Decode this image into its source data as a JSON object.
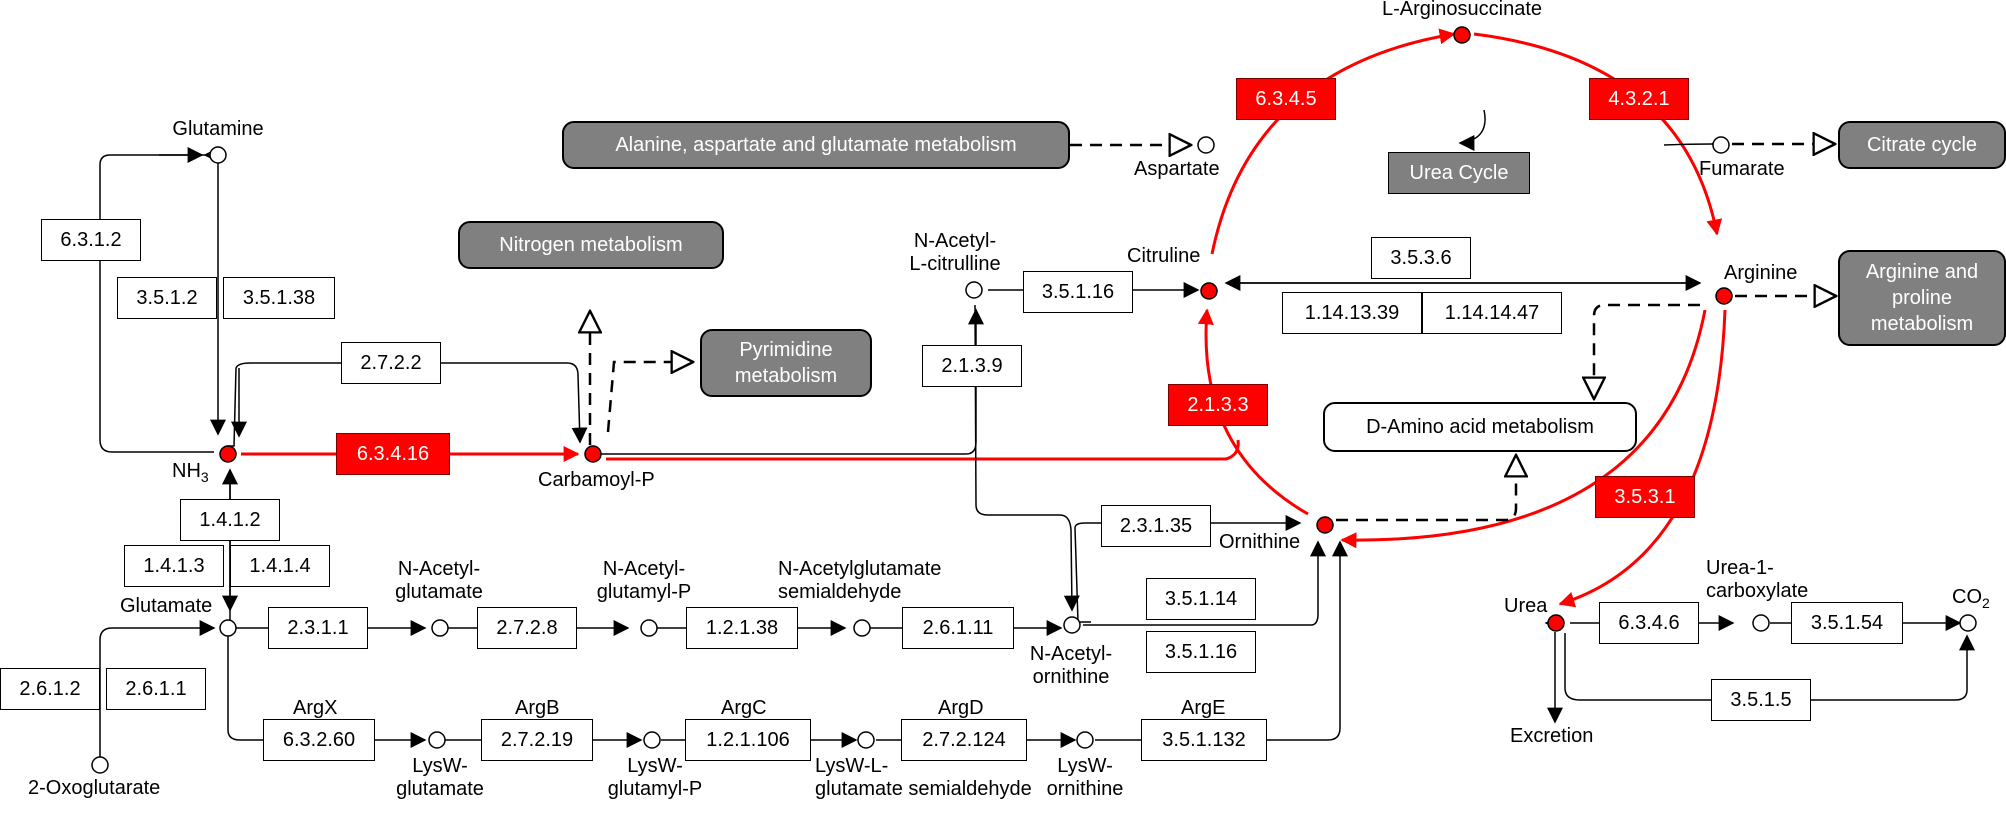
{
  "title": "Urea Cycle",
  "enzymes": {
    "e_6_3_4_5": "6.3.4.5",
    "e_4_3_2_1": "4.3.2.1",
    "e_6_3_1_2": "6.3.1.2",
    "e_3_5_1_2": "3.5.1.2",
    "e_3_5_1_38": "3.5.1.38",
    "e_2_7_2_2": "2.7.2.2",
    "e_6_3_4_16": "6.3.4.16",
    "e_3_5_1_16_a": "3.5.1.16",
    "e_2_1_3_9": "2.1.3.9",
    "e_3_5_3_6": "3.5.3.6",
    "e_1_14_13_39": "1.14.13.39",
    "e_1_14_14_47": "1.14.14.47",
    "e_2_1_3_3": "2.1.3.3",
    "e_3_5_3_1": "3.5.3.1",
    "e_1_4_1_2": "1.4.1.2",
    "e_1_4_1_3": "1.4.1.3",
    "e_1_4_1_4": "1.4.1.4",
    "e_2_3_1_35": "2.3.1.35",
    "e_3_5_1_14": "3.5.1.14",
    "e_3_5_1_16_b": "3.5.1.16",
    "e_2_3_1_1": "2.3.1.1",
    "e_2_7_2_8": "2.7.2.8",
    "e_1_2_1_38": "1.2.1.38",
    "e_2_6_1_11": "2.6.1.11",
    "e_2_6_1_2": "2.6.1.2",
    "e_2_6_1_1": "2.6.1.1",
    "e_6_3_2_60": "6.3.2.60",
    "e_2_7_2_19": "2.7.2.19",
    "e_1_2_1_106": "1.2.1.106",
    "e_2_7_2_124": "2.7.2.124",
    "e_3_5_1_132": "3.5.1.132",
    "e_6_3_4_6": "6.3.4.6",
    "e_3_5_1_54": "3.5.1.54",
    "e_3_5_1_5": "3.5.1.5"
  },
  "maps": {
    "ala_asp_glu": "Alanine, aspartate and glutamate metabolism",
    "citrate": "Citrate cycle",
    "nitrogen": "Nitrogen metabolism",
    "pyrimidine": "Pyrimidine metabolism",
    "arg_pro": "Arginine and proline metabolism",
    "d_amino": "D-Amino acid metabolism"
  },
  "compounds": {
    "arginosuccinate": "L-Arginosuccinate",
    "aspartate": "Aspartate",
    "fumarate": "Fumarate",
    "glutamine": "Glutamine",
    "n_acetyl_citrulline": "N-Acetyl-\nL-citrulline",
    "citruline": "Citruline",
    "arginine": "Arginine",
    "nh3_base": "NH",
    "nh3_sub": "3",
    "carbamoyl_p": "Carbamoyl-P",
    "ornithine": "Ornithine",
    "glutamate": "Glutamate",
    "n_acetyl_glutamate": "N-Acetyl-\nglutamate",
    "n_acetyl_glutamyl_p": "N-Acetyl-\nglutamyl-P",
    "n_acetylglutamate_semialdehyde": "N-Acetylglutamate\nsemialdehyde",
    "n_acetyl_ornithine": "N-Acetyl-\nornithine",
    "urea": "Urea",
    "urea_1_carboxylate": "Urea-1-\ncarboxylate",
    "co2_base": "CO",
    "co2_sub": "2",
    "excretion": "Excretion",
    "oxoglutarate": "2-Oxoglutarate",
    "argx": "ArgX",
    "argb": "ArgB",
    "argc": "ArgC",
    "argd": "ArgD",
    "arge": "ArgE",
    "lysw_glutamate": "LysW-\nglutamate",
    "lysw_glutamyl_p": "LysW-\nglutamyl-P",
    "lysw_l_glutamate_semialdehyde": "LysW-L-\nglutamate semialdehyde",
    "lysw_ornithine": "LysW-\nornithine"
  },
  "colors": {
    "highlight": "#ff0000",
    "map_fill": "#808080",
    "line": "#000000"
  }
}
